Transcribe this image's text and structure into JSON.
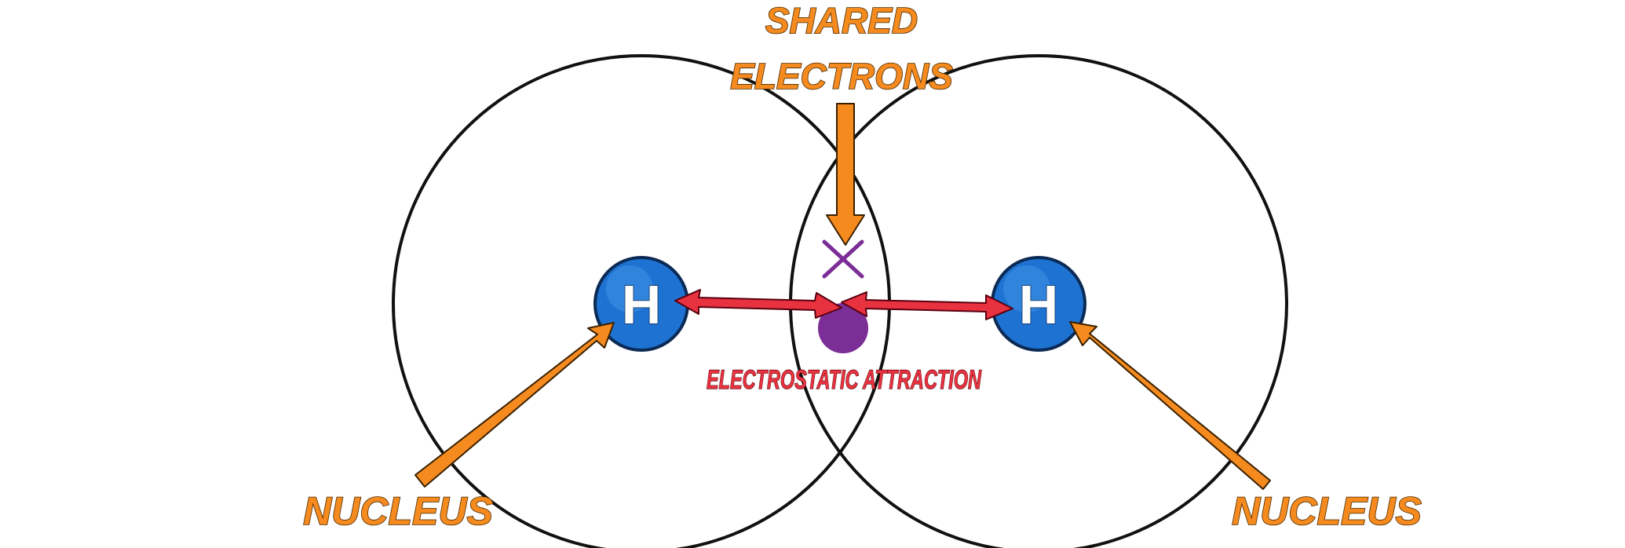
{
  "labels": {
    "shared_line1": "SHARED",
    "shared_line2": "ELECTRONS",
    "attraction": "ELECTROSTATIC ATTRACTION",
    "nucleus_left": "NUCLEUS",
    "nucleus_right": "NUCLEUS"
  },
  "atoms": {
    "left_symbol": "H",
    "right_symbol": "H"
  },
  "colors": {
    "label_orange": "#F58A1F",
    "arrow_orange": "#F58A1F",
    "attraction_red": "#E8323F",
    "nucleus_blue": "#1E73D2",
    "electron_purple": "#7B2E96",
    "shell_stroke": "#111111"
  }
}
